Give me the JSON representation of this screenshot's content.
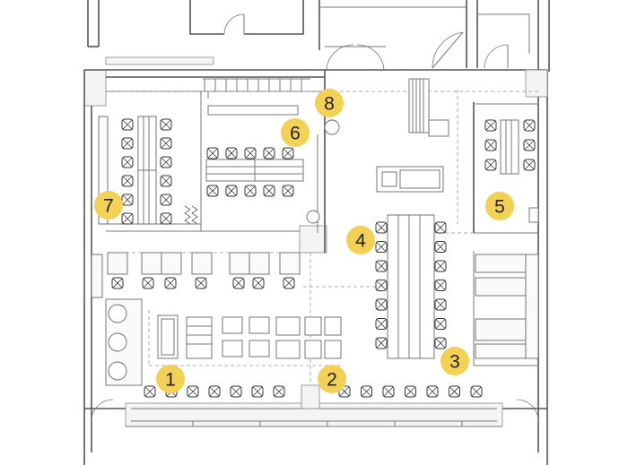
{
  "markers": [
    {
      "label": "1"
    },
    {
      "label": "2"
    },
    {
      "label": "3"
    },
    {
      "label": "4"
    },
    {
      "label": "5"
    },
    {
      "label": "6"
    },
    {
      "label": "7"
    },
    {
      "label": "8"
    }
  ],
  "colors": {
    "marker_fill": "#f2d154",
    "wall": "#555555",
    "line": "#777777",
    "background": "#ffffff"
  }
}
